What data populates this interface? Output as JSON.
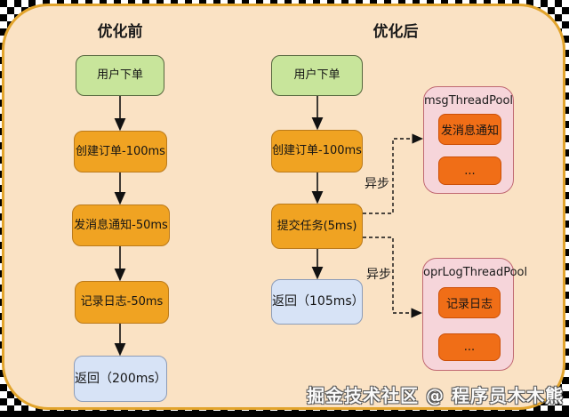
{
  "titles": {
    "before": "优化前",
    "after": "优化后"
  },
  "flows": {
    "before": {
      "nodes": [
        {
          "label": "用户下单",
          "type": "start"
        },
        {
          "label": "创建订单-100ms",
          "type": "step"
        },
        {
          "label": "发消息通知-50ms",
          "type": "step"
        },
        {
          "label": "记录日志-50ms",
          "type": "step"
        },
        {
          "label": "返回（200ms）",
          "type": "return"
        }
      ]
    },
    "after": {
      "nodes": [
        {
          "label": "用户下单",
          "type": "start"
        },
        {
          "label": "创建订单-100ms",
          "type": "step"
        },
        {
          "label": "提交任务(5ms)",
          "type": "step"
        },
        {
          "label": "返回（105ms）",
          "type": "return"
        }
      ],
      "async_label_top": "异步",
      "async_label_bottom": "异步"
    }
  },
  "thread_pools": [
    {
      "title": "msgThreadPool",
      "tasks": [
        "发消息通知",
        "..."
      ]
    },
    {
      "title": "oprLogThreadPool",
      "tasks": [
        "记录日志",
        "..."
      ]
    }
  ],
  "watermark": "掘金技术社区 @ 程序员木木熊",
  "colors": {
    "card_bg": "#fae2c4",
    "card_border": "#e2a42c",
    "start_node_bg": "#c8e59b",
    "step_node_bg": "#f0a322",
    "return_node_bg": "#d7e3f6",
    "pool_bg": "#f6d5da",
    "pool_border": "#c06972",
    "pool_task_bg": "#f06e17",
    "arrow_color": "#111111"
  }
}
